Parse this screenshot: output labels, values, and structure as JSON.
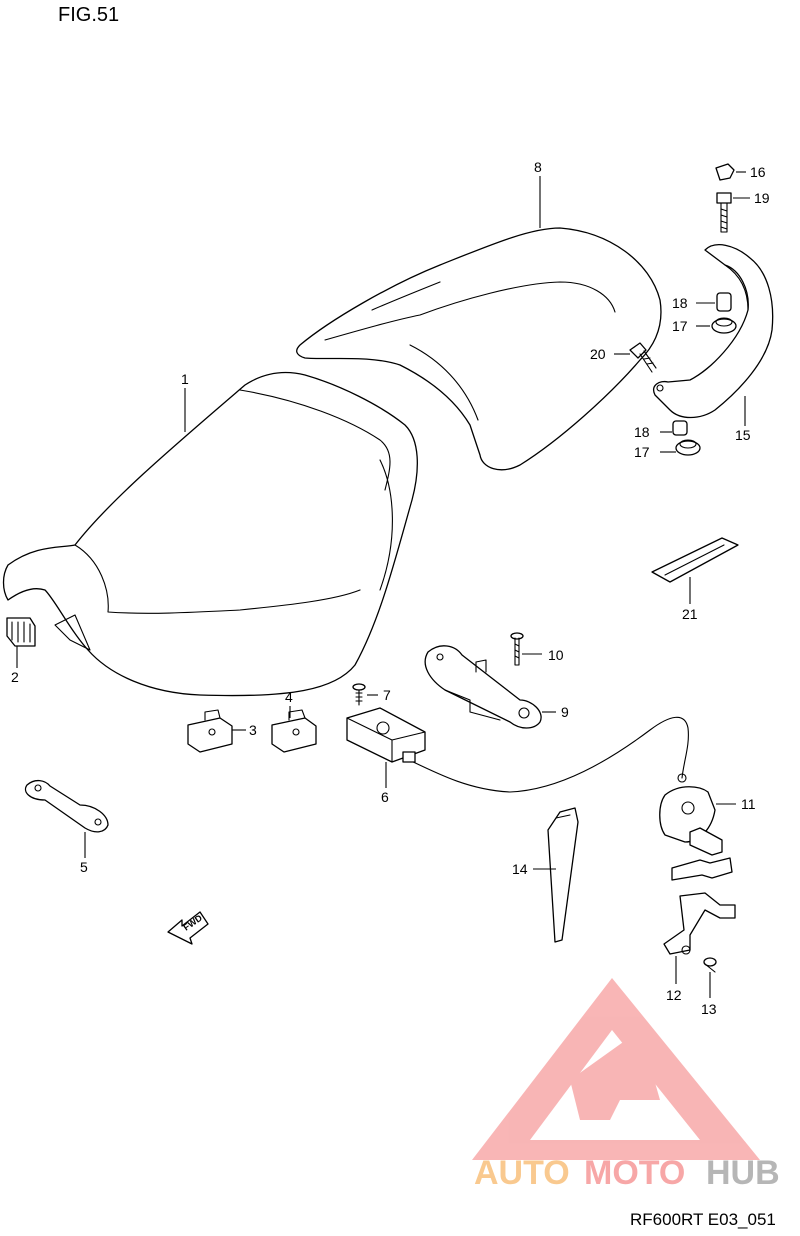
{
  "figure": {
    "title": "FIG.51",
    "drawing_code": "RF600RT E03_051",
    "fwd_label": "FWD"
  },
  "watermark": {
    "text_a": "AUTO",
    "text_b": "MOTO",
    "text_c": "HUB",
    "color_a": "#f7b86a",
    "color_b": "#f58a8a",
    "color_c": "#9e9e9e"
  },
  "parts": {
    "p1": "1",
    "p2": "2",
    "p3": "3",
    "p4": "4",
    "p5": "5",
    "p6": "6",
    "p7": "7",
    "p8": "8",
    "p9": "9",
    "p10": "10",
    "p11": "11",
    "p12": "12",
    "p13": "13",
    "p14": "14",
    "p15": "15",
    "p16": "16",
    "p17a": "17",
    "p17b": "17",
    "p18a": "18",
    "p18b": "18",
    "p19": "19",
    "p20": "20",
    "p21": "21"
  }
}
